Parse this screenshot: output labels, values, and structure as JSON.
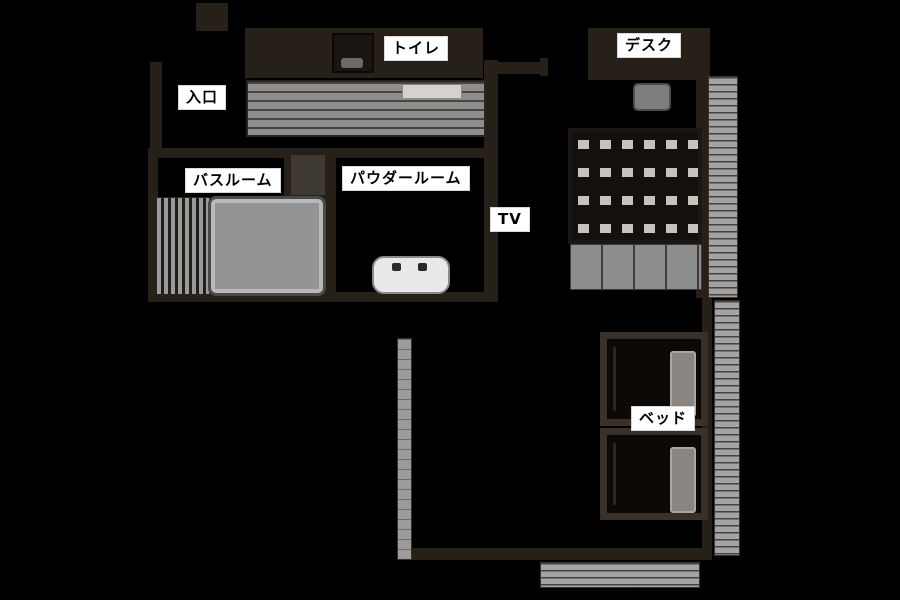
{
  "floorplan": {
    "labels": {
      "entrance": "入口",
      "toilet": "トイレ",
      "desk": "デスク",
      "bathroom": "バスルーム",
      "powder_room": "パウダールーム",
      "tv": "TV",
      "bed": "ベッド"
    },
    "colors": {
      "background": "#000000",
      "wall": "#262019",
      "furniture_gray": "#8f8f8f",
      "hatch_gray": "#a3a3a3",
      "label_background": "#ffffff",
      "label_text": "#000000"
    }
  }
}
